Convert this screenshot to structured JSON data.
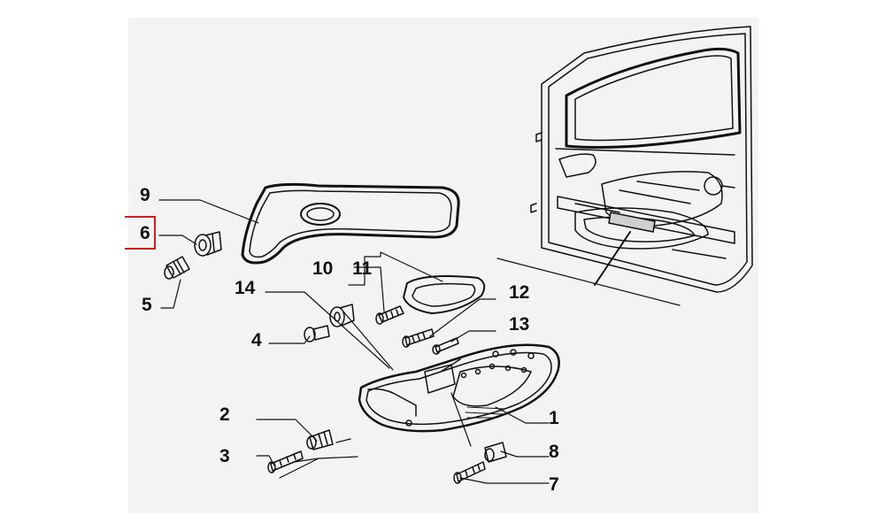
{
  "diagram": {
    "callouts": {
      "c1": "1",
      "c2": "2",
      "c3": "3",
      "c4": "4",
      "c5": "5",
      "c6": "6",
      "c7": "7",
      "c8": "8",
      "c9": "9",
      "c10": "10",
      "c11": "11",
      "c12": "12",
      "c13": "13",
      "c14": "14"
    },
    "highlighted_callout": "6",
    "highlight_color": "#d11e1e",
    "line_color": "#111111",
    "background_color": "#f3f3f3"
  }
}
